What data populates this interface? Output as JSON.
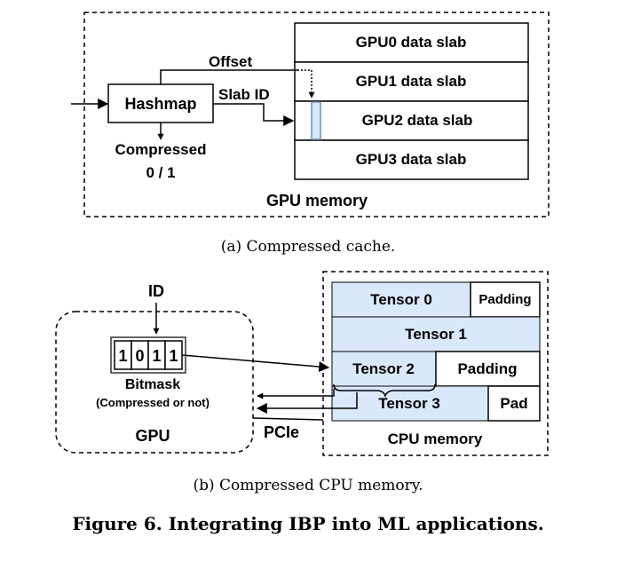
{
  "part_a": {
    "region_label": "GPU memory",
    "hashmap_label": "Hashmap",
    "offset_label": "Offset",
    "slab_id_label": "Slab ID",
    "compressed_label": "Compressed",
    "compressed_values": "0 / 1",
    "slabs": [
      "GPU0 data slab",
      "GPU1 data slab",
      "GPU2 data slab",
      "GPU3 data slab"
    ],
    "caption": "(a) Compressed cache."
  },
  "part_b": {
    "id_label": "ID",
    "bitmask_bits": [
      "1",
      "0",
      "1",
      "1"
    ],
    "bitmask_label": "Bitmask",
    "bitmask_sublabel": "(Compressed or not)",
    "gpu_label": "GPU",
    "pcie_label": "PCIe",
    "cpu_memory_label": "CPU memory",
    "tensor0": "Tensor 0",
    "padding0": "Padding",
    "tensor1": "Tensor 1",
    "tensor2": "Tensor 2",
    "padding2": "Padding",
    "tensor3": "Tensor 3",
    "pad3": "Pad",
    "caption": "(b) Compressed CPU memory."
  },
  "figure_caption": "Figure 6. Integrating IBP into ML applications.",
  "colors": {
    "tensor_fill": "#dae8fc",
    "slab_highlight": "#dae8fc",
    "highlight_stroke": "#6c8ebf"
  }
}
